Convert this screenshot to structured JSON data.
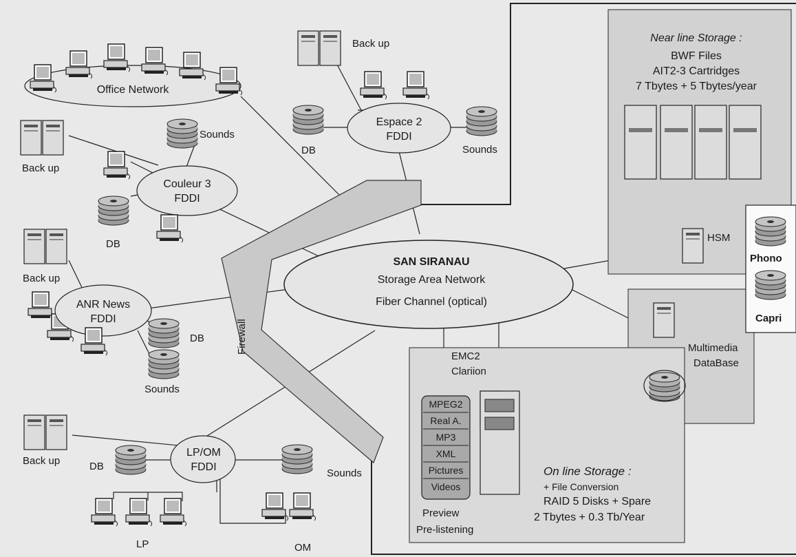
{
  "colors": {
    "background": "#e9e9e9",
    "panel": "#d2d2d2",
    "firewall": "#c9c9c9",
    "node": "#bdbdbd"
  },
  "san": {
    "title": "SAN SIRANAU",
    "subtitle": "Storage Area Network",
    "medium": "Fiber Channel (optical)"
  },
  "firewall": {
    "label": "Firewall"
  },
  "office": {
    "label": "Office Network"
  },
  "espace": {
    "line1": "Espace 2",
    "line2": "FDDI",
    "backup": "Back up",
    "db": "DB",
    "sounds": "Sounds"
  },
  "couleur": {
    "line1": "Couleur 3",
    "line2": "FDDI",
    "backup": "Back up",
    "db": "DB",
    "sounds": "Sounds"
  },
  "anr": {
    "line1": "ANR News",
    "line2": "FDDI",
    "backup": "Back up",
    "db": "DB",
    "sounds": "Sounds"
  },
  "lpom": {
    "line1": "LP/OM",
    "line2": "FDDI",
    "backup": "Back up",
    "db": "DB",
    "sounds": "Sounds",
    "lp": "LP",
    "om": "OM"
  },
  "nearline": {
    "title": "Near line Storage :",
    "line1": "BWF Files",
    "line2": "AIT2-3 Cartridges",
    "line3": "7 Tbytes + 5 Tbytes/year",
    "hsm": "HSM"
  },
  "archives": {
    "phono": "Phono",
    "capri": "Capri"
  },
  "multimedia": {
    "line1": "Multimedia",
    "line2": "DataBase"
  },
  "online": {
    "emc_line1": "EMC2",
    "emc_line2": "Clariion",
    "formats": [
      "MPEG2",
      "Real A.",
      "MP3",
      "XML",
      "Pictures",
      "Videos"
    ],
    "preview_line1": "Preview",
    "preview_line2": "Pre-listening",
    "title": "On line Storage :",
    "line1": "+ File Conversion",
    "line2": "RAID 5 Disks + Spare",
    "line3": "2 Tbytes + 0.3 Tb/Year"
  }
}
